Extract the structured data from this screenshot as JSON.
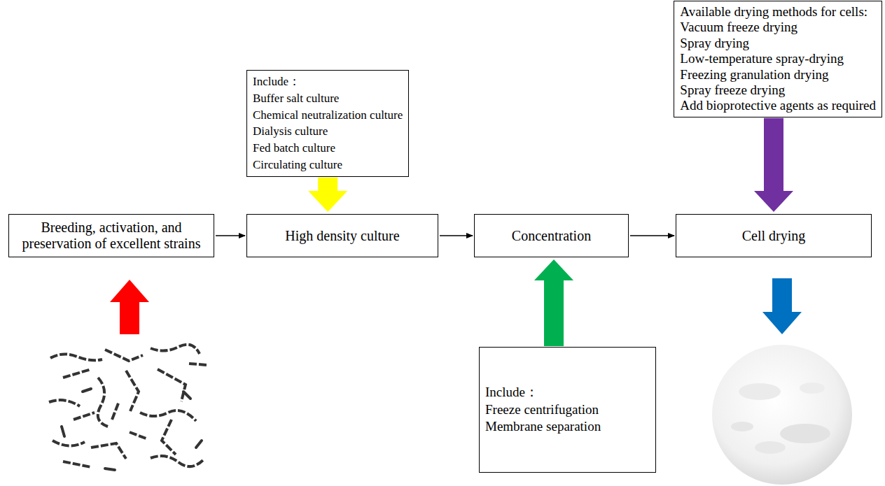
{
  "diagram": {
    "nodes": [
      {
        "text": [
          "Include：",
          "Buffer salt culture",
          "Chemical neutralization culture",
          "Dialysis culture",
          "Fed batch culture",
          "Circulating culture"
        ]
      },
      {
        "text": [
          "Available drying methods for cells:",
          "Vacuum freeze drying",
          "Spray drying",
          "Low-temperature spray-drying",
          "Freezing granulation drying",
          "Spray freeze drying",
          "Add bioprotective agents as required"
        ]
      },
      {
        "text": [
          "Breeding, activation, and preservation of excellent strains"
        ]
      },
      {
        "text": [
          "High density culture"
        ]
      },
      {
        "text": [
          "Concentration"
        ]
      },
      {
        "text": [
          "Cell drying"
        ]
      },
      {
        "text": [
          "Include：",
          "Freeze centrifugation",
          "Membrane separation"
        ]
      }
    ],
    "edges": [
      {
        "from": 0,
        "to": 3,
        "arrow": "to"
      },
      {
        "from": 1,
        "to": 5,
        "arrow": "to"
      },
      {
        "from": 2,
        "to": 3,
        "arrow": "to"
      },
      {
        "from": 3,
        "to": 4,
        "arrow": "to"
      },
      {
        "from": 4,
        "to": 5,
        "arrow": "to"
      },
      {
        "from": 6,
        "to": 4,
        "arrow": "to"
      }
    ]
  }
}
